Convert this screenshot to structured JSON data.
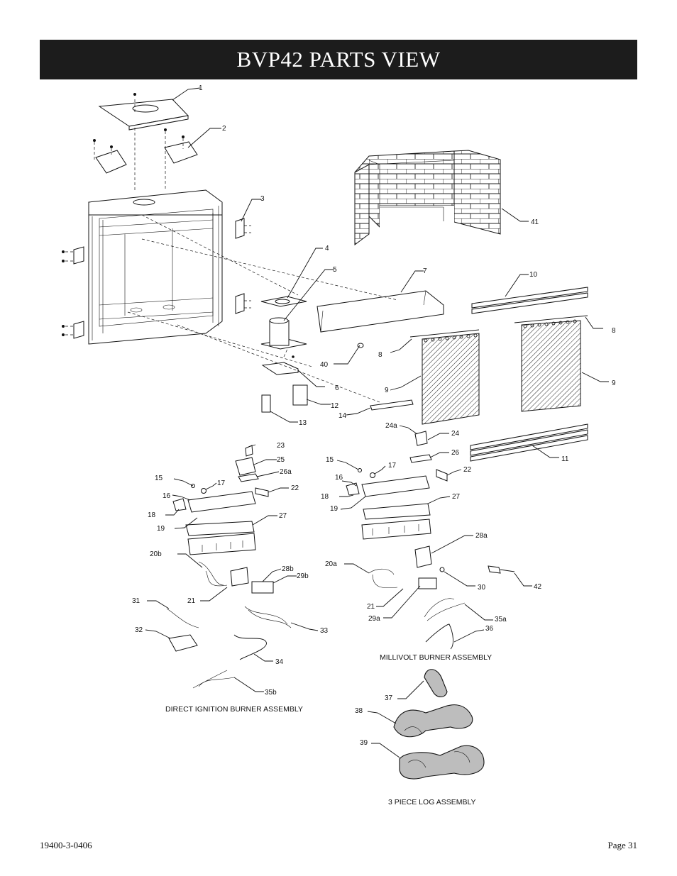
{
  "title": "BVP42 PARTS VIEW",
  "captions": {
    "direct_ignition": "DIRECT IGNITION BURNER ASSEMBLY",
    "millivolt": "MILLIVOLT BURNER ASSEMBLY",
    "log_set": "3 PIECE LOG ASSEMBLY"
  },
  "footer": {
    "doc_number": "19400-3-0406",
    "page": "Page 31"
  },
  "labels": [
    "1",
    "2",
    "3",
    "4",
    "5",
    "6",
    "7",
    "8",
    "8",
    "9",
    "9",
    "10",
    "11",
    "12",
    "13",
    "14",
    "15",
    "15",
    "16",
    "16",
    "17",
    "17",
    "18",
    "18",
    "19",
    "19",
    "20a",
    "20b",
    "21",
    "21",
    "22",
    "22",
    "23",
    "24",
    "24a",
    "25",
    "26",
    "26a",
    "27",
    "27",
    "28a",
    "28b",
    "29a",
    "29b",
    "30",
    "31",
    "32",
    "33",
    "34",
    "35a",
    "35b",
    "36",
    "37",
    "38",
    "39",
    "40",
    "41",
    "42"
  ]
}
